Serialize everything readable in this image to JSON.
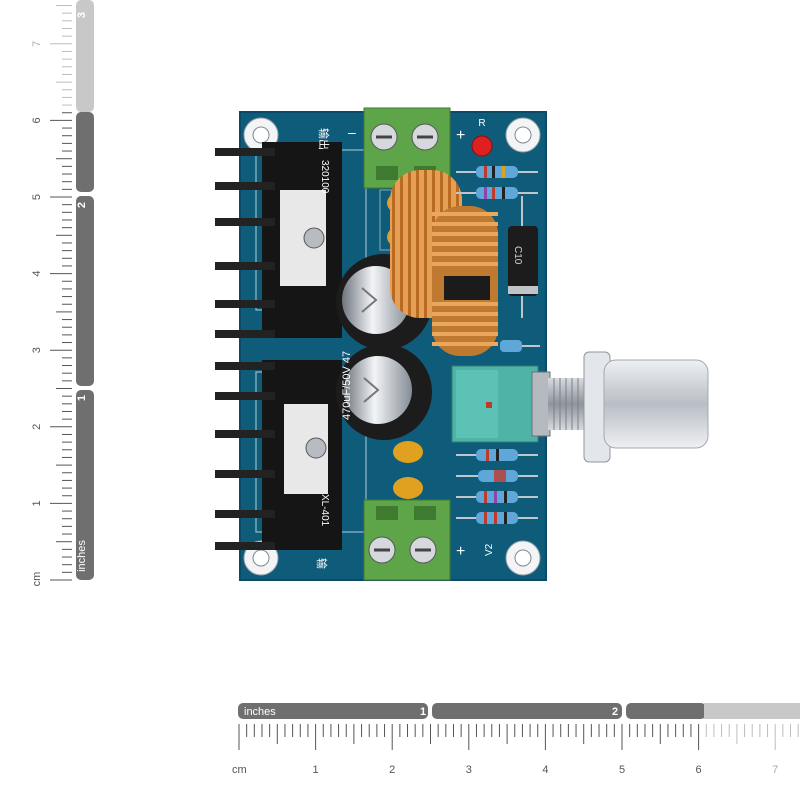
{
  "ruler_vertical": {
    "inch_label": "inches",
    "cm_label": "cm",
    "inch_marks": [
      "1",
      "2",
      "3"
    ],
    "cm_marks": [
      "1",
      "2",
      "3",
      "4",
      "5",
      "6",
      "7"
    ]
  },
  "ruler_horizontal": {
    "inch_label": "inches",
    "cm_label": "cm",
    "inch_marks": [
      "1",
      "2"
    ],
    "cm_marks": [
      "1",
      "2",
      "3",
      "4",
      "5",
      "6",
      "7"
    ]
  },
  "board": {
    "output_label": "输出",
    "input_label": "输",
    "minus_label": "–",
    "plus_top_label": "+",
    "plus_bottom_label": "+",
    "led_label": "R",
    "chip_top_label": "320100",
    "chip_bottom_label": "XL-401",
    "cap_label": "470uF/50V 47",
    "diode_label": "C10",
    "pot_label": "V2"
  },
  "colors": {
    "pcb": "#0f5b7a",
    "pcb_edge": "#0b4a66",
    "heatsink": "#151515",
    "terminal": "#5ea54a",
    "coil_copper": "#d58a3a",
    "cap_silver": "#c9cfd6",
    "pot_teal": "#4fb3a7",
    "knob_silver": "#d9dde2",
    "led": "#e02020",
    "ceramic_cap": "#e0a020",
    "ruler_dark": "#6f6f6f",
    "ruler_light": "#c8c8c8"
  }
}
